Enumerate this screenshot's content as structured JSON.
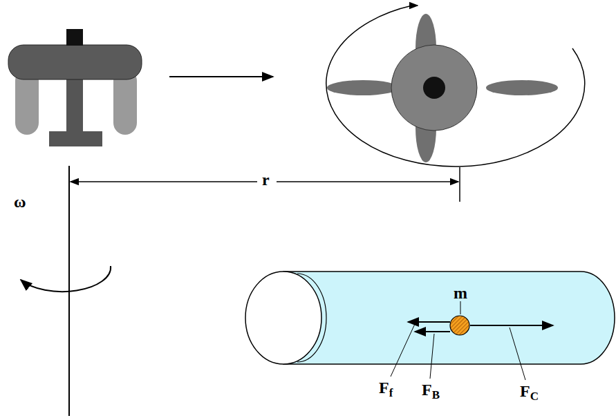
{
  "diagram": {
    "labels": [
      "r",
      "ω",
      "m",
      "Ff",
      "FB",
      "FC"
    ]
  }
}
